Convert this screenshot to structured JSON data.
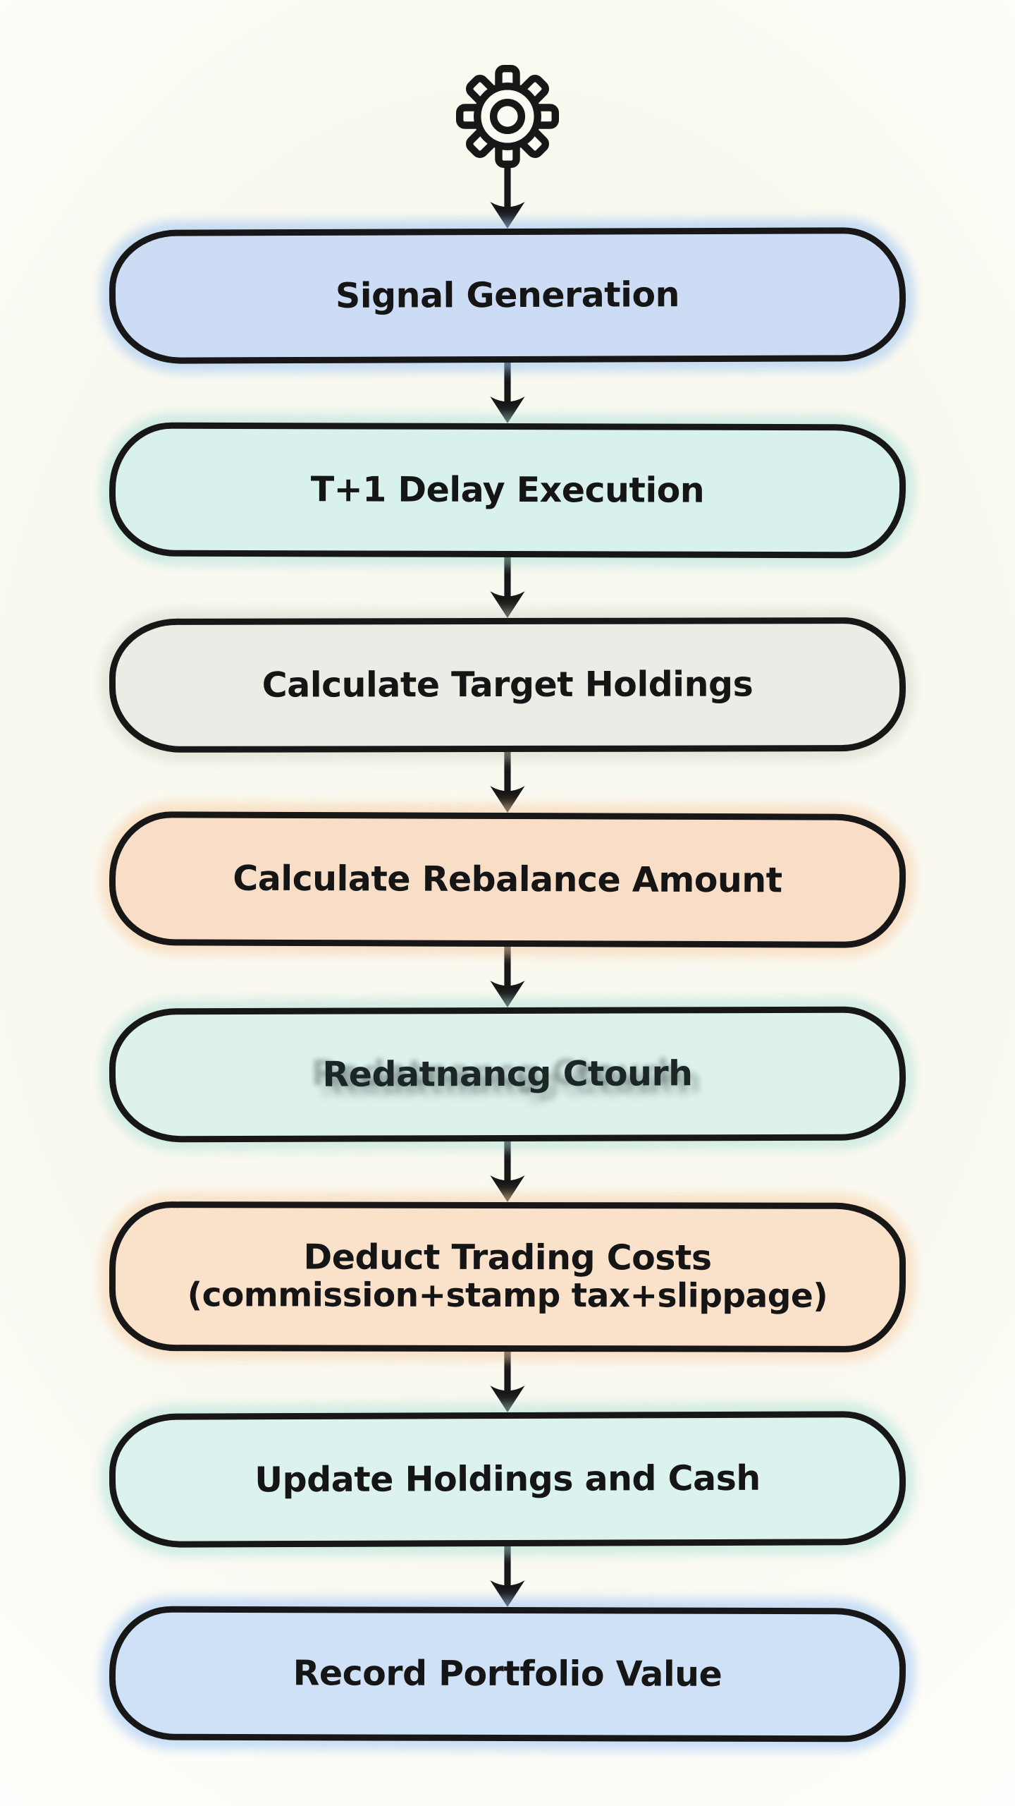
{
  "flowchart": {
    "title_icon": "gear",
    "background_color": "#faf9f0",
    "stroke_color": "#171717",
    "text_color": "#151515",
    "steps": [
      {
        "label": "Signal Generation",
        "sublabel": "",
        "garbled": false,
        "fill": "#cbdcf4",
        "halo": "rgba(156,196,243,0.55)"
      },
      {
        "label": "T+1 Delay Execution",
        "sublabel": "",
        "garbled": false,
        "fill": "#d9f1ec",
        "halo": "rgba(167,224,215,0.50)"
      },
      {
        "label": "Calculate Target Holdings",
        "sublabel": "",
        "garbled": false,
        "fill": "#ebece5",
        "halo": "rgba(206,209,197,0.45)"
      },
      {
        "label": "Calculate Rebalance Amount",
        "sublabel": "",
        "garbled": false,
        "fill": "#f8dec6",
        "halo": "rgba(247,206,167,0.55)"
      },
      {
        "label": "Redatnancg Ctourh",
        "sublabel": "",
        "garbled": true,
        "fill": "#def2ed",
        "halo": "rgba(173,226,215,0.50)"
      },
      {
        "label": "Deduct Trading Costs",
        "sublabel": "(commission+stamp tax+slippage)",
        "garbled": false,
        "fill": "#f9e1ca",
        "halo": "rgba(247,208,170,0.55)"
      },
      {
        "label": "Update Holdings and Cash",
        "sublabel": "",
        "garbled": false,
        "fill": "#dcf2ee",
        "halo": "rgba(171,225,216,0.50)"
      },
      {
        "label": "Record Portfolio Value",
        "sublabel": "",
        "garbled": false,
        "fill": "#cfe1f7",
        "halo": "rgba(158,197,244,0.55)"
      }
    ]
  }
}
